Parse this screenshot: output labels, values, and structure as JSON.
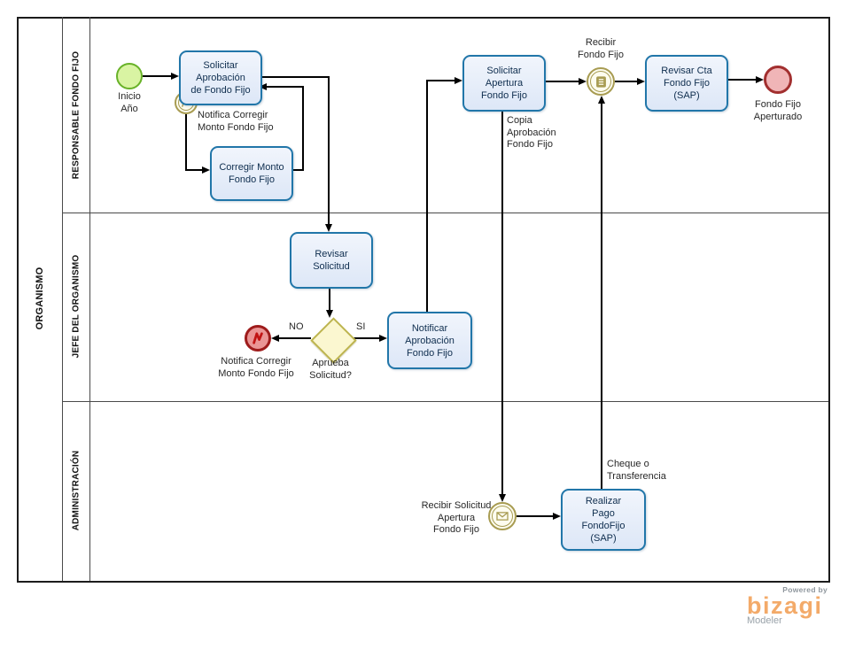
{
  "pool": {
    "label": "ORGANISMO",
    "lanes": [
      {
        "label": "RESPONSABLE FONDO FIJO"
      },
      {
        "label": "JEFE DEL ORGANISMO"
      },
      {
        "label": "ADMINISTRACIÓN"
      }
    ]
  },
  "nodes": {
    "inicio": {
      "label": "Inicio\nAño"
    },
    "solicitar_aprobacion": {
      "label": "Solicitar\nAprobación\nde Fondo Fijo"
    },
    "notifica_boundary": {
      "label": "Notifica Corregir\nMonto Fondo Fijo"
    },
    "corregir_monto": {
      "label": "Corregir Monto\nFondo Fijo"
    },
    "revisar_solicitud": {
      "label": "Revisar\nSolicitud"
    },
    "gateway_aprueba": {
      "label": "Aprueba\nSolicitud?",
      "no": "NO",
      "si": "SI"
    },
    "notifica_end": {
      "label": "Notifica Corregir\nMonto Fondo Fijo"
    },
    "notificar_aprobacion": {
      "label": "Notificar\nAprobación\nFondo Fijo"
    },
    "solicitar_apertura": {
      "label": "Solicitar\nApertura\nFondo Fijo"
    },
    "copia_annotation": {
      "label": "Copia\nAprobación\nFondo Fijo"
    },
    "recibir_fondo": {
      "label": "Recibir\nFondo Fijo"
    },
    "revisar_cta": {
      "label": "Revisar Cta\nFondo Fijo\n(SAP)"
    },
    "fondo_aperturado": {
      "label": "Fondo Fijo\nAperturado"
    },
    "recibir_solicitud": {
      "label": "Recibir Solicitud\nApertura\nFondo Fijo"
    },
    "realizar_pago": {
      "label": "Realizar\nPago\nFondoFijo\n(SAP)"
    },
    "cheque_annotation": {
      "label": "Cheque o\nTransferencia"
    }
  },
  "branding": {
    "powered_by": "Powered by",
    "logo": "bizagi",
    "product": "Modeler"
  },
  "colors": {
    "task_border": "#2176a9",
    "task_fill": "#e6edf9",
    "task_text": "#0e2d4e",
    "start_border": "#68b228",
    "start_fill": "#d9f4a3",
    "end_border": "#a22f2f",
    "end_fill": "#f0b5b7",
    "error_border": "#9e1b1b",
    "error_fill": "#ea9595",
    "error_bolt": "#c11414",
    "intermediate_border": "#a89c52",
    "intermediate_fill": "#fdfcef",
    "gateway_border": "#bdb44f",
    "gateway_fill": "#fbf7d0",
    "flow_line": "#000000",
    "logo_orange": "#f3aa69"
  }
}
